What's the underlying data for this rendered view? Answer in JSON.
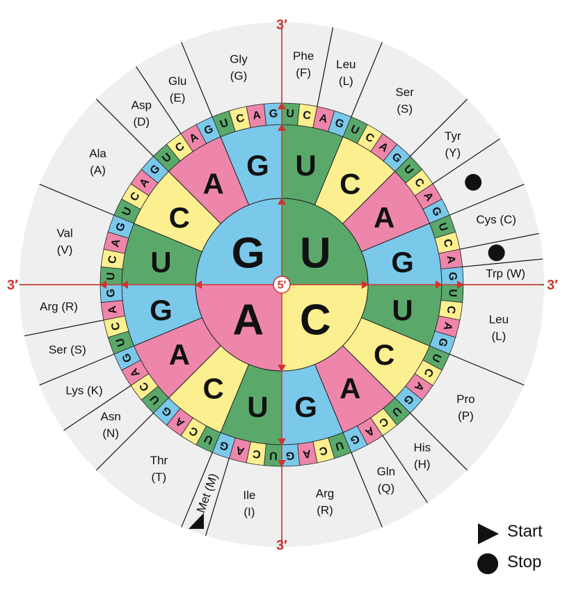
{
  "colors": {
    "U": "#5aa96b",
    "C": "#fbef8f",
    "A": "#ee86ab",
    "G": "#7ac8ea",
    "outer_ring": "#efefef",
    "axis": "#d1342d",
    "stop": "#111111"
  },
  "center": {
    "label": "5′"
  },
  "axis_end_label": "3′",
  "first_base": [
    "U",
    "C",
    "A",
    "G"
  ],
  "second_base": [
    "U",
    "C",
    "A",
    "G"
  ],
  "third_base": [
    "U",
    "C",
    "A",
    "G"
  ],
  "amino_acids": [
    {
      "lines": [
        "Phe",
        "(F)"
      ],
      "codons": 2
    },
    {
      "lines": [
        "Leu",
        "(L)"
      ],
      "codons": 2
    },
    {
      "lines": [
        "Ser",
        "(S)"
      ],
      "codons": 4
    },
    {
      "lines": [
        "Tyr",
        "(Y)"
      ],
      "codons": 2
    },
    {
      "lines": [],
      "codons": 2,
      "stop": true
    },
    {
      "lines": [
        "Cys (C)"
      ],
      "codons": 2
    },
    {
      "lines": [],
      "codons": 1,
      "stop": true
    },
    {
      "lines": [
        "Trp (W)"
      ],
      "codons": 1
    },
    {
      "lines": [
        "Leu",
        "(L)"
      ],
      "codons": 4
    },
    {
      "lines": [
        "Pro",
        "(P)"
      ],
      "codons": 4
    },
    {
      "lines": [
        "His",
        "(H)"
      ],
      "codons": 2
    },
    {
      "lines": [
        "Gln",
        "(Q)"
      ],
      "codons": 2
    },
    {
      "lines": [
        "Arg",
        "(R)"
      ],
      "codons": 4
    },
    {
      "lines": [
        "Ile",
        "(I)"
      ],
      "codons": 3
    },
    {
      "lines": [
        "Met (M)"
      ],
      "codons": 1,
      "start": true
    },
    {
      "lines": [
        "Thr",
        "(T)"
      ],
      "codons": 4
    },
    {
      "lines": [
        "Asn",
        "(N)"
      ],
      "codons": 2
    },
    {
      "lines": [
        "Lys (K)"
      ],
      "codons": 2
    },
    {
      "lines": [
        "Ser (S)"
      ],
      "codons": 2
    },
    {
      "lines": [
        "Arg (R)"
      ],
      "codons": 2
    },
    {
      "lines": [
        "Val",
        "(V)"
      ],
      "codons": 4
    },
    {
      "lines": [
        "Ala",
        "(A)"
      ],
      "codons": 4
    },
    {
      "lines": [
        "Asp",
        "(D)"
      ],
      "codons": 2
    },
    {
      "lines": [
        "Glu",
        "(E)"
      ],
      "codons": 2
    },
    {
      "lines": [
        "Gly",
        "(G)"
      ],
      "codons": 4
    }
  ],
  "legend": [
    {
      "symbol": "triangle",
      "label": "Start"
    },
    {
      "symbol": "dot",
      "label": "Stop"
    }
  ]
}
